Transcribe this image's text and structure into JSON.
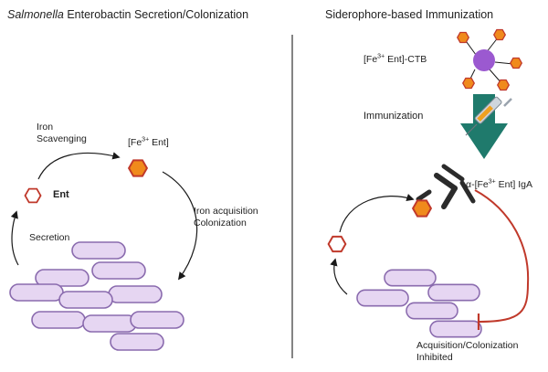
{
  "left_panel": {
    "title_italic": "Salmonella",
    "title_rest": " Enterobactin Secretion/Colonization",
    "iron_scavenging_line1": "Iron",
    "iron_scavenging_line2": "Scavenging",
    "complex_label_prefix": "[Fe",
    "complex_label_sup": "3+",
    "complex_label_suffix": " Ent]",
    "ent_label": "Ent",
    "iron_acquisition_line1": "Iron acquisition",
    "iron_acquisition_line2": "Colonization",
    "secretion_label": "Secretion"
  },
  "right_panel": {
    "title": "Siderophore-based Immunization",
    "conjugate_prefix": "[Fe",
    "conjugate_sup": "3+",
    "conjugate_suffix": " Ent]-CTB",
    "immunization_label": "Immunization",
    "antibody_prefix": "α-[Fe",
    "antibody_sup": "3+",
    "antibody_suffix": " Ent] IgA",
    "inhibited_line1": "Acquisition/Colonization",
    "inhibited_line2": "Inhibited"
  },
  "colors": {
    "bacteria_fill": "#e6d6f2",
    "bacteria_stroke": "#8a6bae",
    "hexagon_fill": "#f08a1c",
    "hexagon_stroke": "#c0392b",
    "ctb_sphere": "#9b59d0",
    "arrow_teal": "#1f7a6c",
    "inhibition_line": "#c0392b",
    "antibody": "#2b2b2b",
    "divider": "#333333"
  }
}
